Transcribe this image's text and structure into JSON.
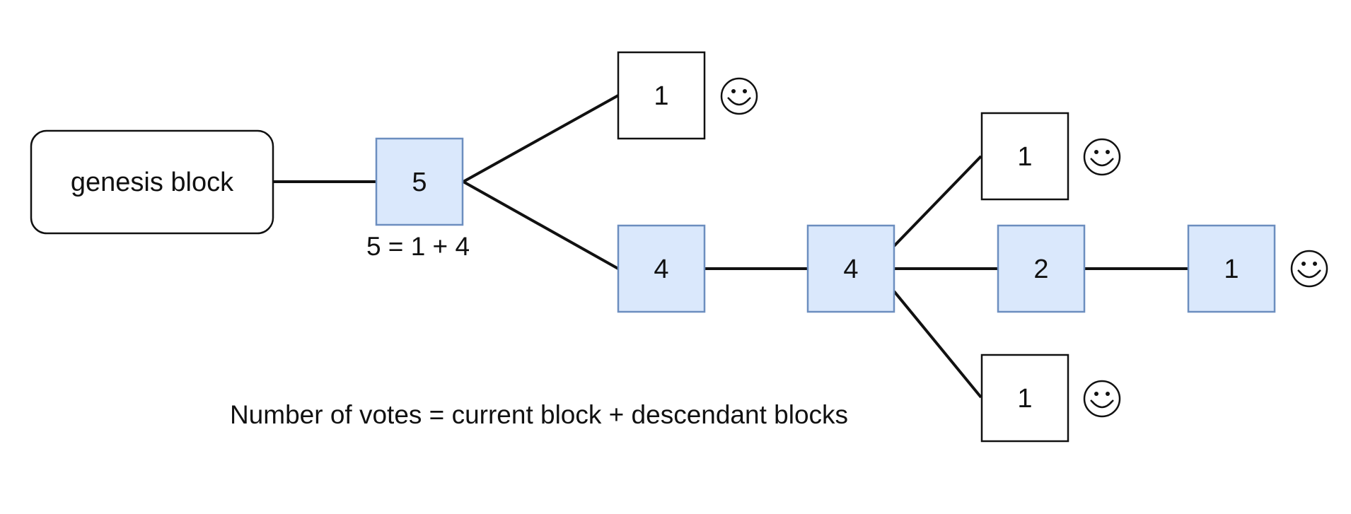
{
  "genesis": {
    "label": "genesis block"
  },
  "blocks": {
    "root": {
      "votes": "5"
    },
    "top_leaf": {
      "votes": "1"
    },
    "mid_a": {
      "votes": "4"
    },
    "mid_b": {
      "votes": "4"
    },
    "upper_leaf": {
      "votes": "1"
    },
    "branch_c": {
      "votes": "2"
    },
    "end_leaf": {
      "votes": "1"
    },
    "lower_leaf": {
      "votes": "1"
    }
  },
  "annotations": {
    "sum_formula": "5 = 1 + 4",
    "definition": "Number of votes = current block + descendant blocks"
  },
  "colors": {
    "voted_block_fill": "#dae8fc",
    "voted_block_border": "#6c8ebf",
    "leaf_block_fill": "#ffffff",
    "line": "#111111"
  },
  "icons": {
    "vote_marker": "smiley-face-icon"
  }
}
